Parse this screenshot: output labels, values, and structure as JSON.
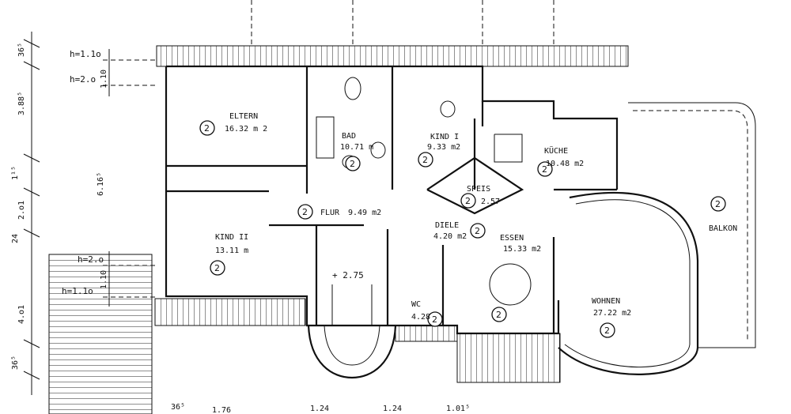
{
  "rooms": [
    {
      "name": "ELTERN",
      "area": "16.32 m 2"
    },
    {
      "name": "BAD",
      "area": "10.71 m"
    },
    {
      "name": "KIND I",
      "area": "9.33 m2"
    },
    {
      "name": "KÜCHE",
      "area": "10.48 m2"
    },
    {
      "name": "SPEIS",
      "area": "2.57"
    },
    {
      "name": "FLUR",
      "area": "9.49 m2"
    },
    {
      "name": "DIELE",
      "area": "4.20 m2"
    },
    {
      "name": "ESSEN",
      "area": "15.33 m2"
    },
    {
      "name": "KIND II",
      "area": "13.11 m"
    },
    {
      "name": "WC",
      "area": "4.28"
    },
    {
      "name": "WOHNEN",
      "area": "27.22 m2"
    },
    {
      "name": "BALKON",
      "area": ""
    }
  ],
  "marker": "2",
  "level": "+ 2.75",
  "heights": {
    "h_top_1": "h=1.1o",
    "h_top_2": "h=2.o",
    "h_bottom_1": "h=2.o",
    "h_bottom_2": "h=1.1o"
  },
  "dimensions": {
    "left_1": "36⁵",
    "left_2": "3.88⁵",
    "left_3": "1¹⁵",
    "left_4": "6.16⁵",
    "left_5": "2.o1",
    "left_6": "24",
    "left_7": "4.o1",
    "left_8": "36⁵",
    "inner_1": "1.10",
    "inner_2": "1.10",
    "bottom_1": "36⁵",
    "bottom_2": "1.76",
    "bottom_3": "1.24",
    "bottom_4": "1.24",
    "bottom_5": "1.01⁵"
  }
}
